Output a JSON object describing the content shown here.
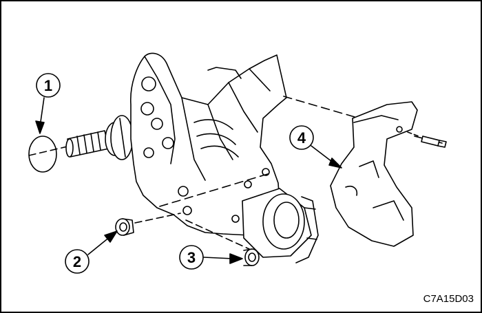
{
  "callouts": [
    {
      "label": "1",
      "part": "oil-seal"
    },
    {
      "label": "2",
      "part": "plug"
    },
    {
      "label": "3",
      "part": "plug"
    },
    {
      "label": "4",
      "part": "heat-shield"
    }
  ],
  "figure_code": "C7A15D03",
  "colors": {
    "line": "#000000",
    "background": "#ffffff"
  }
}
